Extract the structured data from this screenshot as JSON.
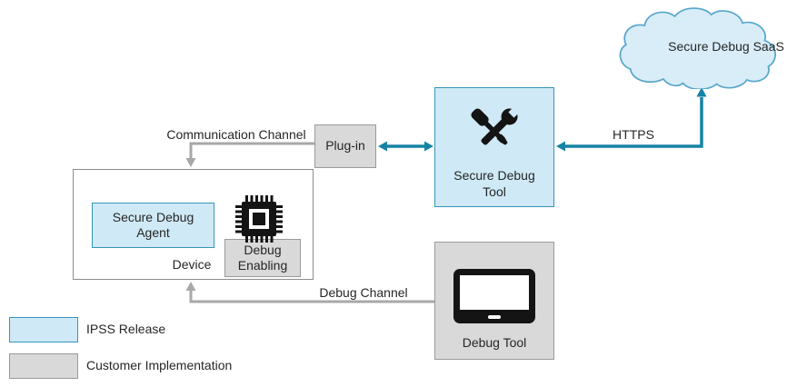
{
  "diagram": {
    "cloud": {
      "label": "Secure Debug SaaS"
    },
    "tool": {
      "label": "Secure Debug Tool"
    },
    "plugin": {
      "label": "Plug-in"
    },
    "device": {
      "label": "Device",
      "agent": {
        "label": "Secure Debug Agent"
      },
      "debug_enabling": {
        "label": "Debug Enabling"
      }
    },
    "debug_tool": {
      "label": "Debug Tool"
    },
    "connections": {
      "https": "HTTPS",
      "communication_channel": "Communication Channel",
      "debug_channel": "Debug Channel"
    },
    "legend": [
      {
        "label": "IPSS Release",
        "color": "#cfe9f6"
      },
      {
        "label": "Customer Implementation",
        "color": "#d9d9d9"
      }
    ],
    "colors": {
      "ipss_fill": "#cfe9f6",
      "customer_fill": "#d9d9d9",
      "teal_arrow": "#1683a5",
      "gray_arrow": "#a8a8a8",
      "cloud_stroke": "#58a6cb"
    }
  }
}
